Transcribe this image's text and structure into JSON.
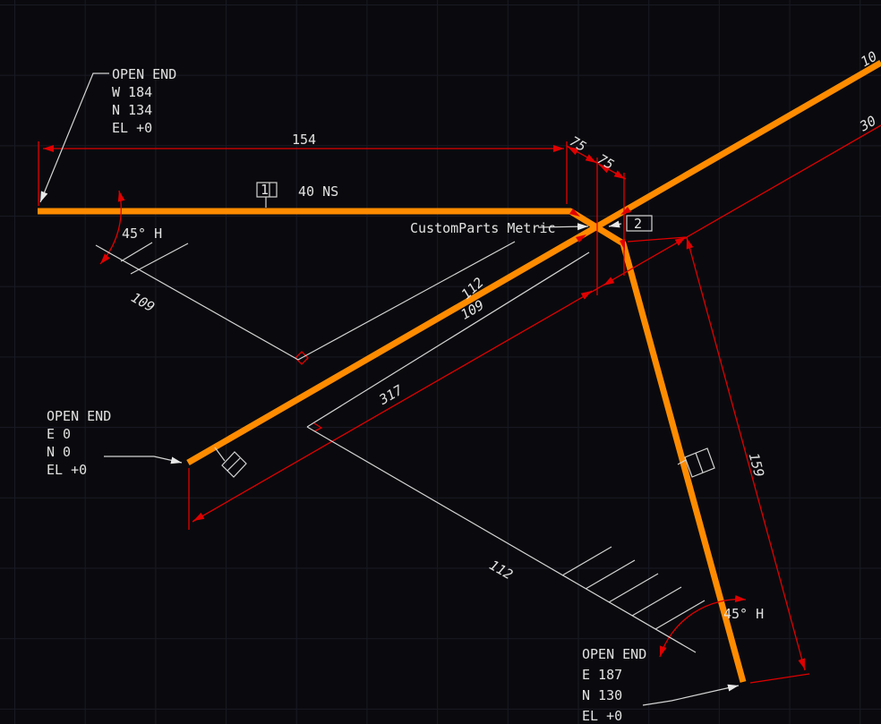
{
  "drawing": {
    "colors": {
      "background": "#0a0a0e",
      "grid": "#191924",
      "pipe": "#ff8c00",
      "dimension": "#e00000",
      "text": "#e2e2e2"
    },
    "open_end_nw": {
      "title": "OPEN END",
      "coord1": "W 184",
      "coord2": "N 134",
      "elevation": "EL +0"
    },
    "open_end_sw": {
      "title": "OPEN END",
      "coord1": "E 0",
      "coord2": "N 0",
      "elevation": "EL +0"
    },
    "open_end_se": {
      "title": "OPEN END",
      "coord1": "E 187",
      "coord2": "N 130",
      "elevation": "EL +0"
    },
    "part_label": "CustomParts Metric",
    "pipe_size_label": "40 NS",
    "angle_nw": "45° H",
    "angle_se": "45° H",
    "flag1": "1",
    "flag2": "2",
    "dims": {
      "d154": "154",
      "d75a": "75",
      "d75b": "75",
      "d109_left": "109",
      "d112_upper": "112",
      "d109_mid": "109",
      "d317": "317",
      "d112_lower": "112",
      "d159": "159",
      "d10": "10",
      "d30": "30"
    }
  }
}
